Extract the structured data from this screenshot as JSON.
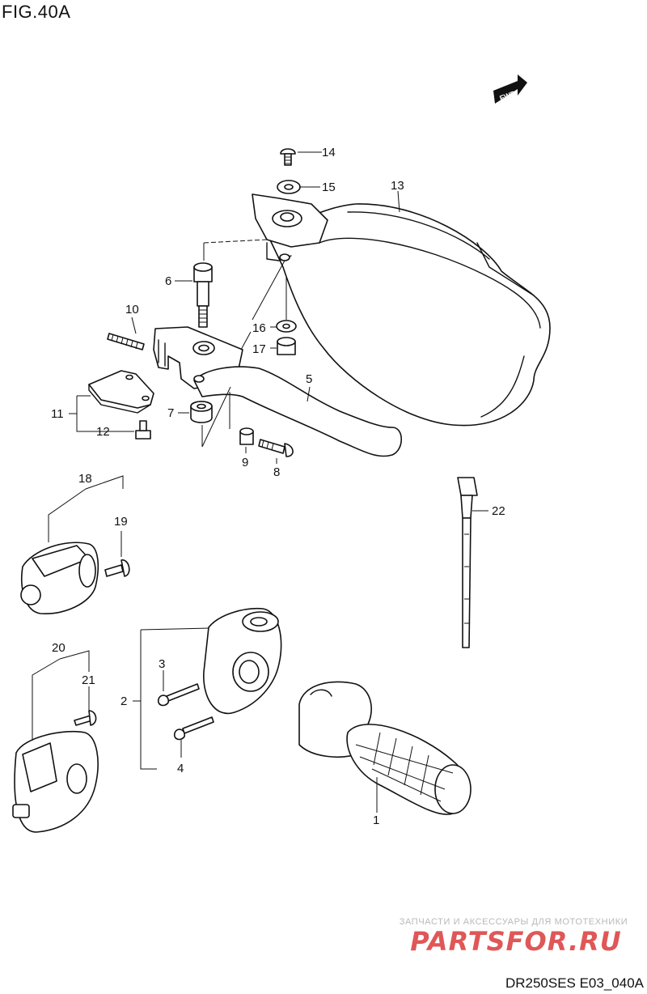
{
  "figure": {
    "title": "FIG.40A",
    "code": "DR250SES E03_040A"
  },
  "watermark": {
    "subtitle": "ЗАПЧАСТИ И АКСЕССУАРЫ ДЛЯ МОТОТЕХНИКИ",
    "brand": "PARTSFOR.RU"
  },
  "fwd_badge": "FWD",
  "callouts": {
    "c1": "1",
    "c2": "2",
    "c3": "3",
    "c4": "4",
    "c5": "5",
    "c6": "6",
    "c7": "7",
    "c8": "8",
    "c9": "9",
    "c10": "10",
    "c11": "11",
    "c12": "12",
    "c13": "13",
    "c14": "14",
    "c15": "15",
    "c16": "16",
    "c17": "17",
    "c18": "18",
    "c19": "19",
    "c20": "20",
    "c21": "21",
    "c22": "22"
  }
}
